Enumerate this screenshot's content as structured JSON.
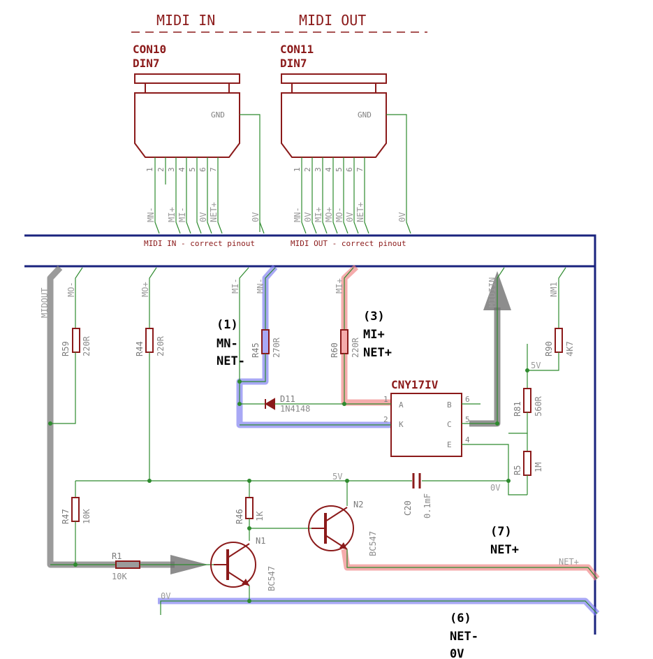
{
  "header": {
    "midi_in": "MIDI IN",
    "midi_out": "MIDI OUT"
  },
  "connectors": [
    {
      "ref": "CON10",
      "type": "DIN7",
      "gnd": "GND",
      "pins": [
        "1",
        "2",
        "3",
        "4",
        "5",
        "6",
        "7"
      ],
      "nets": [
        "MN-",
        "MI+",
        "MI-",
        "0V",
        "NET+"
      ],
      "ground_net": "0V"
    },
    {
      "ref": "CON11",
      "type": "DIN7",
      "gnd": "GND",
      "pins": [
        "1",
        "2",
        "3",
        "4",
        "5",
        "6",
        "7"
      ],
      "nets": [
        "MN-",
        "0V",
        "MI+",
        "MO+",
        "MO-",
        "0V",
        "NET+"
      ],
      "ground_net": "0V"
    }
  ],
  "notes": {
    "midi_in_pinout": "MIDI IN - correct pinout",
    "midi_out_pinout": "MIDI OUT - correct pinout"
  },
  "nets": {
    "midiout": "MIDOUT",
    "mo_minus": "MO-",
    "mo_plus": "MO+",
    "mi_minus": "MI-",
    "mn_minus": "MN-",
    "mi_plus": "MI+",
    "midiin": "MIDIIN",
    "nm1": "NM1",
    "v5": "5V",
    "v5b": "5V",
    "v0": "0V",
    "v0b": "0V",
    "net_plus": "NET+"
  },
  "components": {
    "r59": {
      "ref": "R59",
      "val": "220R"
    },
    "r44": {
      "ref": "R44",
      "val": "220R"
    },
    "r45": {
      "ref": "R45",
      "val": "270R"
    },
    "r60": {
      "ref": "R60",
      "val": "220R"
    },
    "r90": {
      "ref": "R90",
      "val": "4K7"
    },
    "r81": {
      "ref": "R81",
      "val": "560R"
    },
    "r5": {
      "ref": "R5",
      "val": "1M"
    },
    "r47": {
      "ref": "R47",
      "val": "10K"
    },
    "r46": {
      "ref": "R46",
      "val": "1K"
    },
    "r1": {
      "ref": "R1",
      "val": "10K"
    },
    "d11": {
      "ref": "D11",
      "val": "1N4148"
    },
    "c20": {
      "ref": "C20",
      "val": "0.1mF"
    },
    "u": {
      "ref": "CNY17IV",
      "pins": [
        "A",
        "K",
        "B",
        "C",
        "E"
      ],
      "pin_numbers": [
        "1",
        "2",
        "6",
        "5",
        "4"
      ]
    },
    "n1": {
      "ref": "N1",
      "val": "BC547"
    },
    "n2": {
      "ref": "N2",
      "val": "BC547"
    }
  },
  "annotations": {
    "a1": {
      "num": "(1)",
      "l1": "MN-",
      "l2": "NET-"
    },
    "a3": {
      "num": "(3)",
      "l1": "MI+",
      "l2": "NET+"
    },
    "a7": {
      "num": "(7)",
      "l1": "NET+"
    },
    "a6": {
      "num": "(6)",
      "l1": "NET-",
      "l2": "0V"
    }
  },
  "colors": {
    "wire": "#2e8b2e",
    "component": "#8b1a1a",
    "bus": "#1a237e",
    "highlight_blue": "#8c8cf0",
    "highlight_red": "#f09090",
    "highlight_gray": "#808080"
  }
}
